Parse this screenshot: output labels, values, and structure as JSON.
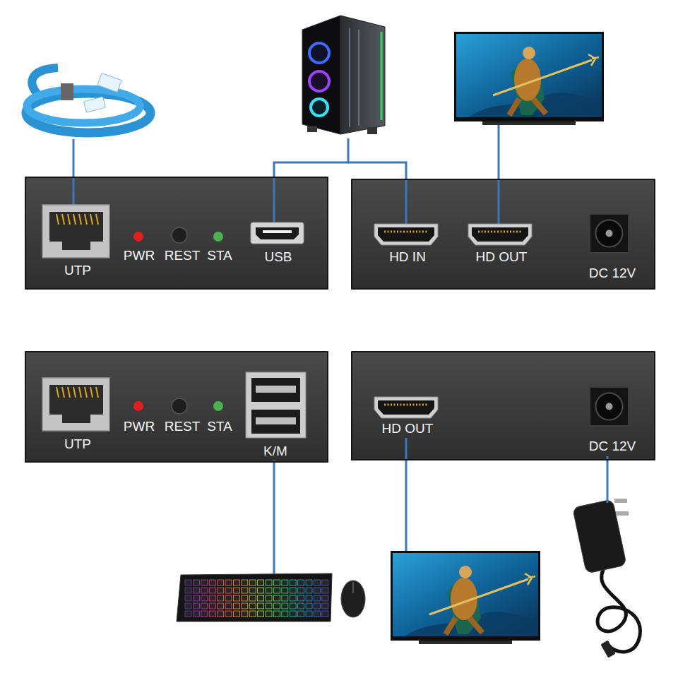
{
  "diagram": {
    "nodes": [
      {
        "text": [
          "UTP",
          "PWR",
          "REST",
          "STA",
          "USB"
        ]
      },
      {
        "text": [
          "HD IN",
          "HD OUT",
          "DC 12V"
        ]
      },
      {
        "text": [
          "UTP",
          "PWR",
          "REST",
          "STA",
          "K/M"
        ]
      },
      {
        "text": [
          "HD OUT",
          "DC 12V"
        ]
      }
    ]
  }
}
